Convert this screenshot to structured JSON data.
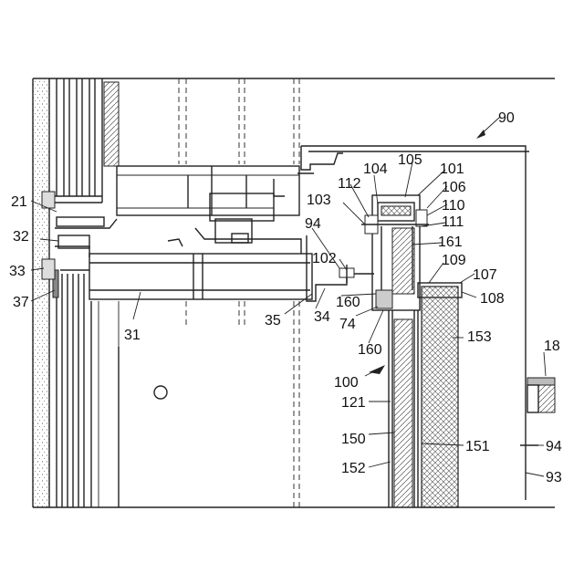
{
  "figure": {
    "labels": [
      {
        "id": "l90",
        "text": "90"
      },
      {
        "id": "l105",
        "text": "105"
      },
      {
        "id": "l104",
        "text": "104"
      },
      {
        "id": "l101",
        "text": "101"
      },
      {
        "id": "l112",
        "text": "112"
      },
      {
        "id": "l106",
        "text": "106"
      },
      {
        "id": "l110",
        "text": "110"
      },
      {
        "id": "l103",
        "text": "103"
      },
      {
        "id": "l111",
        "text": "111"
      },
      {
        "id": "l21",
        "text": "21"
      },
      {
        "id": "l94a",
        "text": "94"
      },
      {
        "id": "l161",
        "text": "161"
      },
      {
        "id": "l32",
        "text": "32"
      },
      {
        "id": "l109",
        "text": "109"
      },
      {
        "id": "l107",
        "text": "107"
      },
      {
        "id": "l102",
        "text": "102"
      },
      {
        "id": "l33",
        "text": "33"
      },
      {
        "id": "l108",
        "text": "108"
      },
      {
        "id": "l37",
        "text": "37"
      },
      {
        "id": "l160a",
        "text": "160"
      },
      {
        "id": "l35",
        "text": "35"
      },
      {
        "id": "l34",
        "text": "34"
      },
      {
        "id": "l74",
        "text": "74"
      },
      {
        "id": "l31",
        "text": "31"
      },
      {
        "id": "l153",
        "text": "153"
      },
      {
        "id": "l160b",
        "text": "160"
      },
      {
        "id": "l18",
        "text": "18"
      },
      {
        "id": "l100",
        "text": "100"
      },
      {
        "id": "l121",
        "text": "121"
      },
      {
        "id": "l150",
        "text": "150"
      },
      {
        "id": "l151",
        "text": "151"
      },
      {
        "id": "l94b",
        "text": "94"
      },
      {
        "id": "l152",
        "text": "152"
      },
      {
        "id": "l93",
        "text": "93"
      }
    ]
  }
}
